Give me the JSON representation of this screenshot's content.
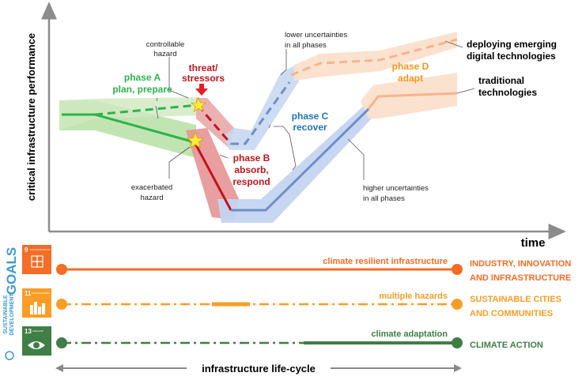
{
  "axes": {
    "y_label": "critical infrastructure performance",
    "x_label": "time"
  },
  "phases": {
    "a": {
      "title": "phase A",
      "sub": "plan, prepare",
      "color": "#2db34a"
    },
    "b": {
      "title": "phase B",
      "sub1": "absorb,",
      "sub2": "respond",
      "color": "#c0151b"
    },
    "c": {
      "title": "phase C",
      "sub": "recover",
      "color": "#1b75bb"
    },
    "d": {
      "title": "phase D",
      "sub": "adapt",
      "color": "#f7941d"
    }
  },
  "annotations": {
    "controllable": [
      "controllable",
      "hazard"
    ],
    "threat": [
      "threat/",
      "stressors"
    ],
    "exacerbated": [
      "exacerbated",
      "hazard"
    ],
    "lower_uncertainties": [
      "lower uncertainties",
      "in all phases"
    ],
    "higher_uncertainties": [
      "higher uncertainties",
      "in all phases"
    ],
    "deploying": [
      "deploying emerging",
      "digital technologies"
    ],
    "traditional": [
      "traditional",
      "technologies"
    ]
  },
  "sdg": {
    "side_label_1": "SUSTAINABLE",
    "side_label_2": "DEVELOPMENT",
    "side_label_goals": "GOALS",
    "goals": [
      {
        "number": "9",
        "small": "INDUSTRY, INNOVATION AND INFRASTRUCTURE",
        "icon": "cubes-icon",
        "color": "#f36d25",
        "line_label": "climate resilient infrastructure",
        "name1": "INDUSTRY, INNOVATION",
        "name2": "AND INFRASTRUCTURE"
      },
      {
        "number": "11",
        "small": "SUSTAINABLE CITIES AND COMMUNITIES",
        "icon": "buildings-icon",
        "color": "#f99d26",
        "line_label": "multiple hazards",
        "name1": "SUSTAINABLE CITIES",
        "name2": "AND COMMUNITIES"
      },
      {
        "number": "13",
        "small": "CLIMATE ACTION",
        "icon": "eye-globe-icon",
        "color": "#3f7e44",
        "line_label": "climate adaptation",
        "name1": "CLIMATE ACTION",
        "name2": ""
      }
    ],
    "lifecycle_label": "infrastructure life-cycle"
  }
}
